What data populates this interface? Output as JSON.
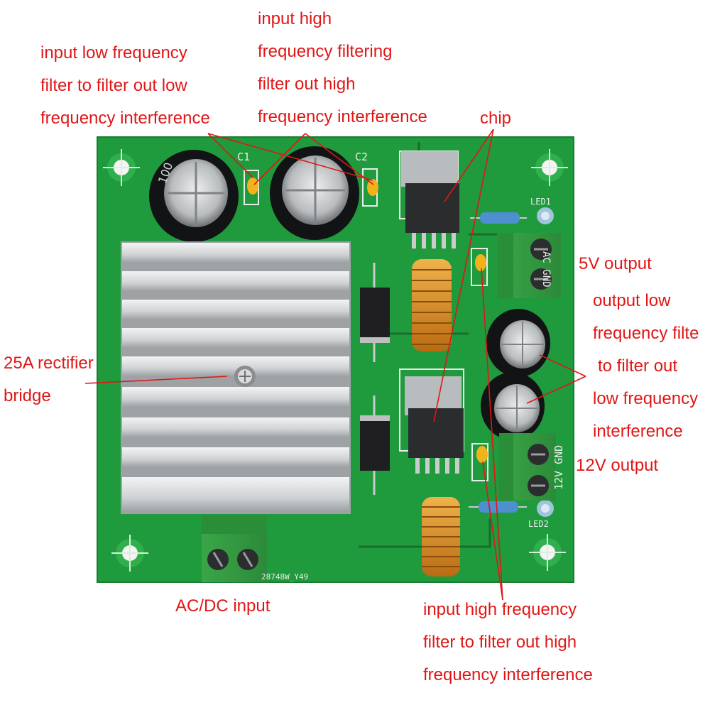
{
  "annotations": {
    "input_low_freq": [
      "input low frequency",
      "filter to filter out low",
      "frequency interference"
    ],
    "input_high_freq_top": [
      "input high",
      "frequency filtering",
      "filter out high",
      "frequency interference"
    ],
    "chip": "chip",
    "output_5v": "5V output",
    "output_low_freq": [
      "output low",
      "frequency filte",
      "to filter out",
      "low frequency",
      "interference"
    ],
    "output_12v": "12V output",
    "rectifier": [
      "25A rectifier",
      "bridge"
    ],
    "acdc_input": "AC/DC input",
    "input_high_freq_bottom": [
      "input high frequency",
      "filter to filter out high",
      "frequency interference"
    ]
  },
  "board_silkscreen": {
    "c1": "C1",
    "c2": "C2",
    "led1": "LED1",
    "led2": "LED2",
    "ac_gnd": "AC GND",
    "gnd_12v": "12V GND",
    "board_id": "28748W_Y49"
  },
  "colors": {
    "pcb": "#1f9a3c",
    "annotation_text": "#e11616",
    "terminal": "#3fb04c",
    "heatsink": "#d2d4d6"
  }
}
